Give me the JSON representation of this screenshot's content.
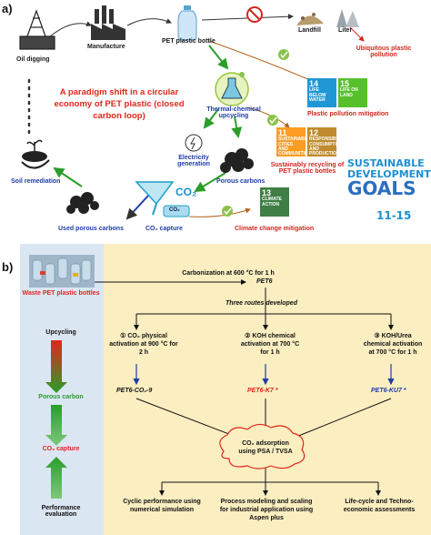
{
  "panel_a": {
    "letter": "a)",
    "oil_digging": "Oil digging",
    "manufacture": "Manufacture",
    "pet_bottle": "PET plastic bottle",
    "landfill": "Landfill",
    "liter": "Liter",
    "ubiquitous": "Ubiquitous plastic pollution",
    "paradigm": "A paradigm shift in a circular economy of PET plastic (closed carbon loop)",
    "thermal": "Thermal-chemical upcycling",
    "electricity": "Electricity generation",
    "porous": "Porous carbons",
    "soil": "Soil remediation",
    "used_porous": "Used porous carbons",
    "co2_capture": "CO₂ capture",
    "co2": "CO₂",
    "co2_small": "CO₂",
    "plastic_mitigation": "Plastic pollution mitigation",
    "sustainable_recycling": "Sustainably recycling of PET plastic bottles",
    "climate_mitigation": "Climate change mitigation",
    "sdg_line1": "SUSTAINABLE",
    "sdg_line2": "DEVELOPMENT",
    "sdg_line3": "GOALS",
    "sdg_range": "11-15",
    "tiles": [
      {
        "num": "14",
        "text": "LIFE BELOW WATER",
        "color": "#1f97d4"
      },
      {
        "num": "15",
        "text": "LIFE ON LAND",
        "color": "#56c02b"
      },
      {
        "num": "11",
        "text": "SUSTAINABLE CITIES AND COMMUNITIES",
        "color": "#fd9d24"
      },
      {
        "num": "12",
        "text": "RESPONSIBLE CONSUMPTION AND PRODUCTION",
        "color": "#bf8b2e"
      },
      {
        "num": "13",
        "text": "CLIMATE ACTION",
        "color": "#3f7e44"
      }
    ]
  },
  "panel_b": {
    "letter": "b)",
    "waste": "Waste PET plastic bottles",
    "upcycling": "Upcycling",
    "porous_carbon": "Porous carbon",
    "co2_capture": "CO₂ capture",
    "performance": "Performance evaluation",
    "carbonization": "Carbonization at 600 °C for 1 h",
    "pet6": "PET6",
    "three_routes": "Three routes developed",
    "route1": "① CO₂ physical activation at 900 °C for 2 h",
    "route2": "② KOH chemical activation at 700 °C for 1 h",
    "route3": "③ KOH/Urea chemical activation at 700 °C for 1 h",
    "sample1": "PET6-CO₂-9",
    "sample2": "PET6-K7 *",
    "sample3": "PET6-KU7 *",
    "adsorption": "CO₂ adsorption using PSA / TVSA",
    "cyclic": "Cyclic performance using numerical simulation",
    "process": "Process modeling and scaling for industrial application using Aspen plus",
    "lifecycle": "Life-cycle and Techno-economic assessments"
  },
  "colors": {
    "red": "#e0261b",
    "green": "#2a9d2a",
    "blue": "#1e3da8",
    "brown": "#b5651d",
    "beige": "#fbeec1",
    "sideblue": "#dbe6f3"
  }
}
